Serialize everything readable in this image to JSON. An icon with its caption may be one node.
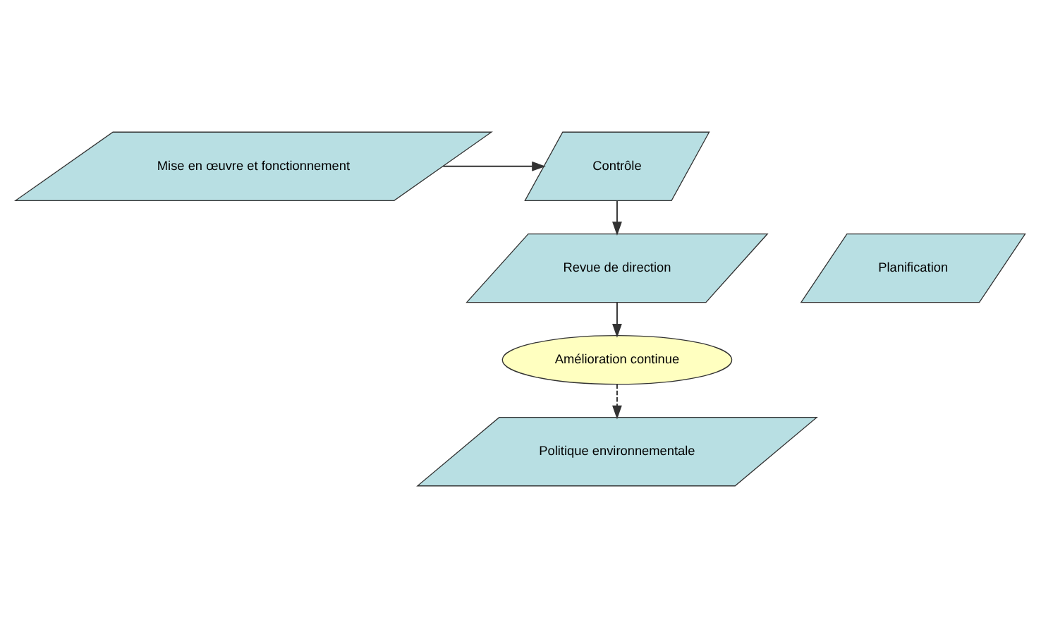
{
  "diagram": {
    "nodes": [
      {
        "text": [
          "Amélioration continue"
        ]
      },
      {
        "text": [
          "Revue de direction"
        ]
      },
      {
        "text": [
          "Politique environnementale"
        ]
      },
      {
        "text": [
          "Planification"
        ]
      },
      {
        "text": [
          "Mise en œuvre et fonctionnement"
        ]
      },
      {
        "text": [
          "Contrôle"
        ]
      }
    ],
    "edges": [
      {
        "from": 0,
        "to": 2,
        "arrow": "to",
        "style": "dashed"
      },
      {
        "from": 4,
        "to": 5,
        "arrow": "to"
      },
      {
        "from": 5,
        "to": 1,
        "arrow": "to"
      },
      {
        "from": 1,
        "to": 0,
        "arrow": "to"
      }
    ]
  }
}
